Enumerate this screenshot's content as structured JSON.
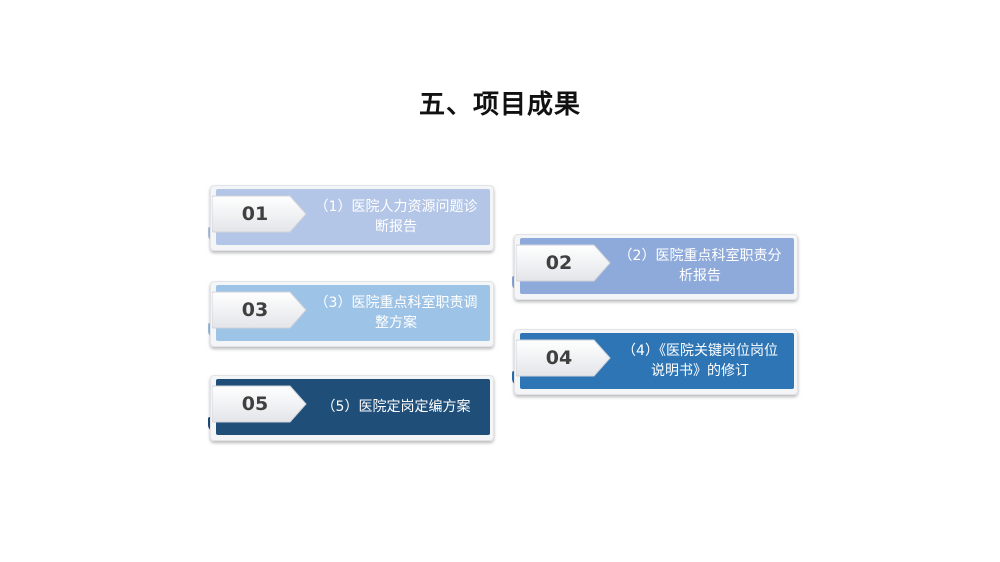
{
  "title": "五、项目成果",
  "colors": {
    "step1": "#b4c6e7",
    "step2": "#8eaadb",
    "step3": "#9dc3e6",
    "step4": "#2e75b6",
    "step5": "#1f4e79"
  },
  "items": [
    {
      "number": "01",
      "label": "（1）医院人力资源问题诊断报告"
    },
    {
      "number": "02",
      "label": "（2）医院重点科室职责分析报告"
    },
    {
      "number": "03",
      "label": "（3）医院重点科室职责调整方案"
    },
    {
      "number": "04",
      "label": "（4）《医院关键岗位岗位说明书》的修订"
    },
    {
      "number": "05",
      "label": "（5）医院定岗定编方案"
    }
  ]
}
